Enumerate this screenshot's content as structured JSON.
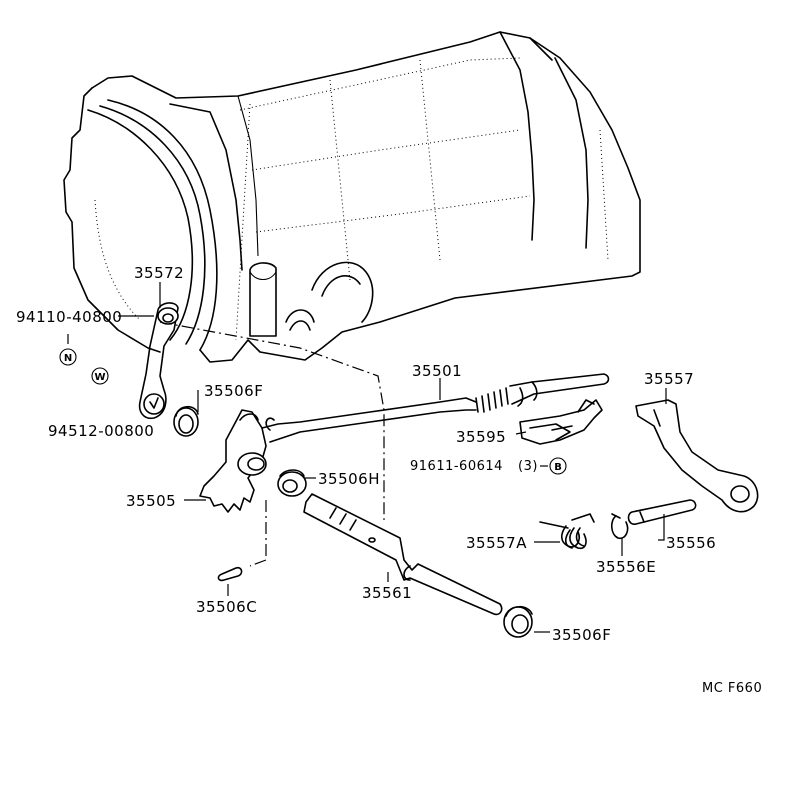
{
  "labels": {
    "p35572": "35572",
    "p94110": "94110-40800",
    "markN": "N",
    "markW": "W",
    "p94512": "94512-00800",
    "p35506F_a": "35506F",
    "p35501": "35501",
    "p35557": "35557",
    "p35595": "35595",
    "p91611": "91611-60614",
    "p91611_qty": "(3)",
    "markB": "B",
    "p35505": "35505",
    "p35506H": "35506H",
    "p35557A": "35557A",
    "p35556": "35556",
    "p35556E": "35556E",
    "p35506C": "35506C",
    "p35561": "35561",
    "p35506F_b": "35506F"
  },
  "figure_code": "MC F660"
}
